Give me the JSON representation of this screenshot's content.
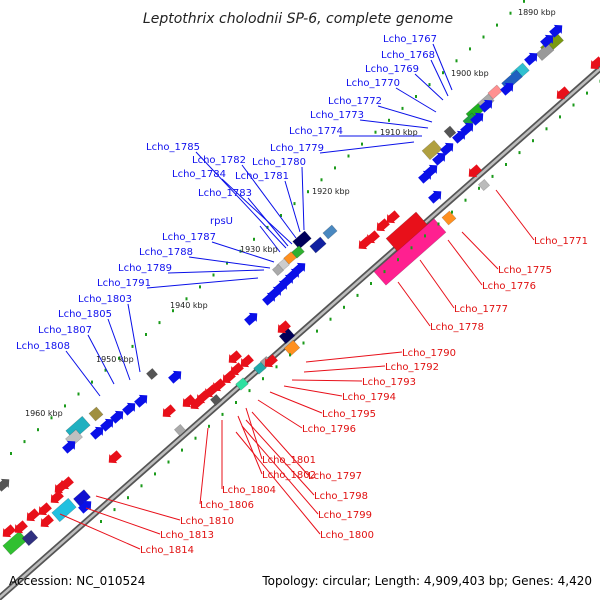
{
  "title": "Leptothrix cholodnii SP-6, complete genome",
  "footer": {
    "accession": "Accession: NC_010524",
    "summary": "Topology: circular; Length: 4,909,403 bp; Genes: 4,420"
  },
  "kbp_ticks": [
    "1890 kbp",
    "1900 kbp",
    "1910 kbp",
    "1920 kbp",
    "1930 kbp",
    "1940 kbp",
    "1950 kbp",
    "1960 kbp"
  ],
  "genes_upper": [
    "Lcho_1767",
    "Lcho_1768",
    "Lcho_1769",
    "Lcho_1770",
    "Lcho_1772",
    "Lcho_1773",
    "Lcho_1774",
    "Lcho_1779",
    "Lcho_1780",
    "Lcho_1781",
    "Lcho_1782",
    "Lcho_1784",
    "Lcho_1783",
    "Lcho_1785",
    "rpsU",
    "Lcho_1787",
    "Lcho_1788",
    "Lcho_1789",
    "Lcho_1791",
    "Lcho_1803",
    "Lcho_1805",
    "Lcho_1807",
    "Lcho_1808"
  ],
  "genes_lower": [
    "Lcho_1771",
    "Lcho_1775",
    "Lcho_1776",
    "Lcho_1777",
    "Lcho_1778",
    "Lcho_1790",
    "Lcho_1792",
    "Lcho_1793",
    "Lcho_1794",
    "Lcho_1795",
    "Lcho_1796",
    "Lcho_1801",
    "Lcho_1797",
    "Lcho_1802",
    "Lcho_1798",
    "Lcho_1799",
    "Lcho_1800",
    "Lcho_1804",
    "Lcho_1806",
    "Lcho_1810",
    "Lcho_1813",
    "Lcho_1814"
  ],
  "colors": {
    "forward_strand": "#0a10e8",
    "reverse_strand": "#e8101a",
    "backbone": "#888888"
  }
}
